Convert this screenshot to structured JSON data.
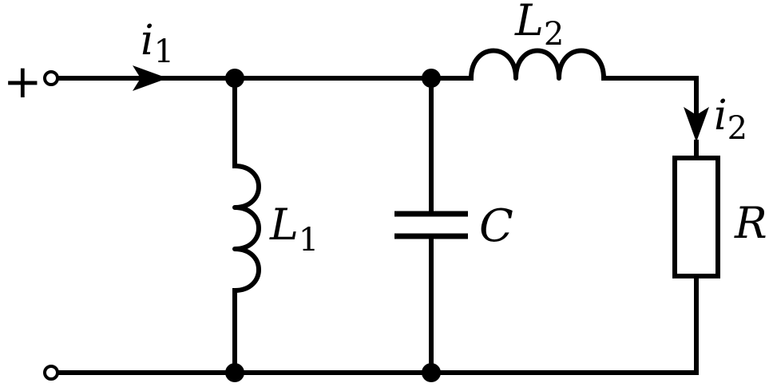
{
  "labels": {
    "plus": "+",
    "i1": {
      "main": "i",
      "sub": "1"
    },
    "i2": {
      "main": "i",
      "sub": "2"
    },
    "L1": {
      "main": "L",
      "sub": "1"
    },
    "L2": {
      "main": "L",
      "sub": "2"
    },
    "C": "C",
    "R": "R"
  }
}
